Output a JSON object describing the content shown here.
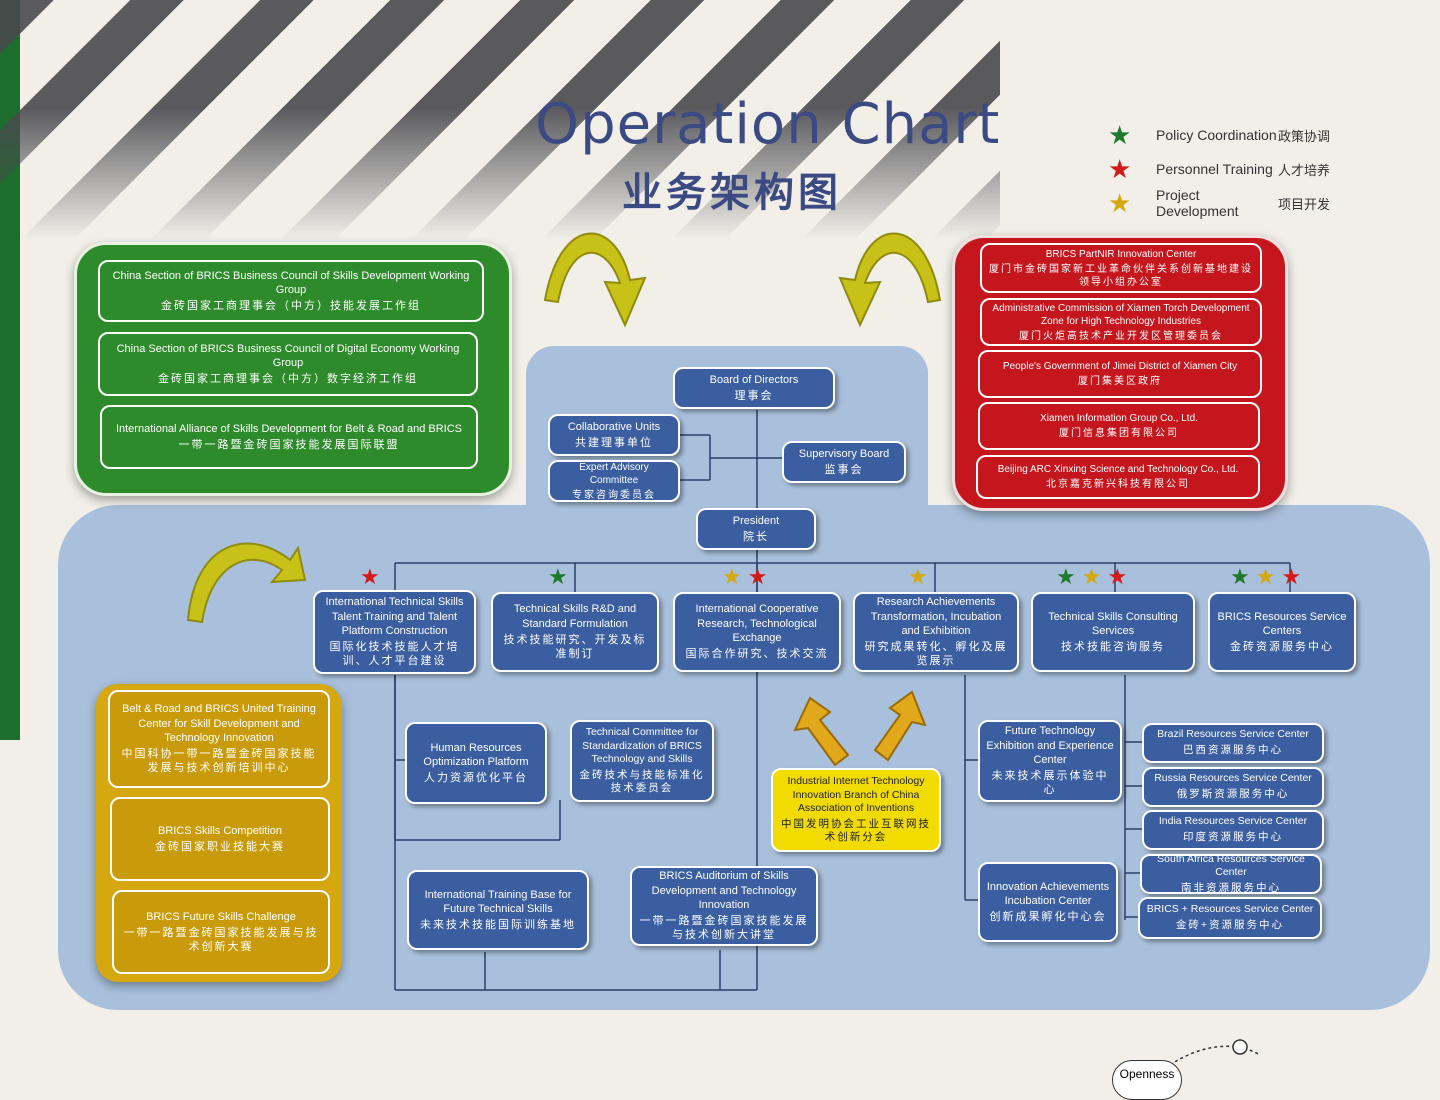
{
  "header": {
    "title_en": "Operation Chart",
    "title_zh": "业务架构图"
  },
  "legend": [
    {
      "color": "#1e7a2a",
      "en": "Policy Coordination",
      "zh": "政策协调",
      "icon": "green-star-icon"
    },
    {
      "color": "#d21a1a",
      "en": "Personnel Training",
      "zh": "人才培养",
      "icon": "red-star-icon"
    },
    {
      "color": "#d4a80e",
      "en": "Project Development",
      "zh": "项目开发",
      "icon": "yellow-star-icon"
    }
  ],
  "green_panel": [
    {
      "en": "China Section of BRICS Business Council of Skills Development Working Group",
      "zh": "金砖国家工商理事会（中方）技能发展工作组"
    },
    {
      "en": "China Section of BRICS Business Council of Digital Economy Working Group",
      "zh": "金砖国家工商理事会（中方）数字经济工作组"
    },
    {
      "en": "International Alliance of Skills Development for Belt & Road and BRICS",
      "zh": "一带一路暨金砖国家技能发展国际联盟"
    }
  ],
  "red_panel": [
    {
      "en": "BRICS PartNIR Innovation Center",
      "zh": "厦门市金砖国家新工业革命伙伴关系创新基地建设领导小组办公室"
    },
    {
      "en": "Administrative Commission of Xiamen Torch Development Zone for High Technology Industries",
      "zh": "厦门火炬高技术产业开发区管理委员会"
    },
    {
      "en": "People's Government of Jimei District of Xiamen City",
      "zh": "厦门集美区政府"
    },
    {
      "en": "Xiamen Information Group Co., Ltd.",
      "zh": "厦门信息集团有限公司"
    },
    {
      "en": "Beijing ARC Xinxing Science and Technology Co., Ltd.",
      "zh": "北京嘉克新兴科技有限公司"
    }
  ],
  "governance": {
    "board": {
      "en": "Board of Directors",
      "zh": "理事会"
    },
    "collab": {
      "en": "Collaborative Units",
      "zh": "共建理事单位"
    },
    "expert": {
      "en": "Expert Advisory Committee",
      "zh": "专家咨询委员会"
    },
    "supervisory": {
      "en": "Supervisory Board",
      "zh": "监事会"
    },
    "president": {
      "en": "President",
      "zh": "院长"
    }
  },
  "departments": [
    {
      "en": "International Technical Skills Talent Training and Talent Platform Construction",
      "zh": "国际化技术技能人才培训、人才平台建设"
    },
    {
      "en": "Technical Skills R&D and Standard Formulation",
      "zh": "技术技能研究、开发及标准制订"
    },
    {
      "en": "International Cooperative Research, Technological Exchange",
      "zh": "国际合作研究、技术交流"
    },
    {
      "en": "Research Achievements Transformation, Incubation and Exhibition",
      "zh": "研究成果转化、孵化及展览展示"
    },
    {
      "en": "Technical Skills Consulting Services",
      "zh": "技术技能咨询服务"
    },
    {
      "en": "BRICS Resources Service Centers",
      "zh": "金砖资源服务中心"
    }
  ],
  "sub_units": {
    "hr": {
      "en": "Human Resources Optimization Platform",
      "zh": "人力资源优化平台"
    },
    "tech_committee": {
      "en": "Technical Committee for Standardization of BRICS Technology and Skills",
      "zh": "金砖技术与技能标准化技术委员会"
    },
    "training_base": {
      "en": "International Training Base for Future Technical Skills",
      "zh": "未来技术技能国际训练基地"
    },
    "auditorium": {
      "en": "BRICS Auditorium of Skills Development and Technology Innovation",
      "zh": "一带一路暨金砖国家技能发展与技术创新大讲堂"
    },
    "industrial": {
      "en": "Industrial Internet Technology Innovation Branch of China Association of Inventions",
      "zh": "中国发明协会工业互联网技术创新分会"
    },
    "future_center": {
      "en": "Future Technology Exhibition and Experience Center",
      "zh": "未来技术展示体验中心"
    },
    "incubation": {
      "en": "Innovation Achievements Incubation Center",
      "zh": "创新成果孵化中心会"
    }
  },
  "resource_centers": [
    {
      "en": "Brazil Resources Service Center",
      "zh": "巴西资源服务中心"
    },
    {
      "en": "Russia Resources Service Center",
      "zh": "俄罗斯资源服务中心"
    },
    {
      "en": "India Resources Service Center",
      "zh": "印度资源服务中心"
    },
    {
      "en": "South Africa Resources Service Center",
      "zh": "南非资源服务中心"
    },
    {
      "en": "BRICS + Resources Service Center",
      "zh": "金砖+资源服务中心"
    }
  ],
  "yellow_panel": [
    {
      "en": "Belt & Road and BRICS United Training Center for Skill Development and Technology Innovation",
      "zh": "中国科协一带一路暨金砖国家技能发展与技术创新培训中心"
    },
    {
      "en": "BRICS Skills Competition",
      "zh": "金砖国家职业技能大赛"
    },
    {
      "en": "BRICS Future Skills Challenge",
      "zh": "一带一路暨金砖国家技能发展与技术创新大赛"
    }
  ],
  "footer": {
    "label": "Openness"
  }
}
